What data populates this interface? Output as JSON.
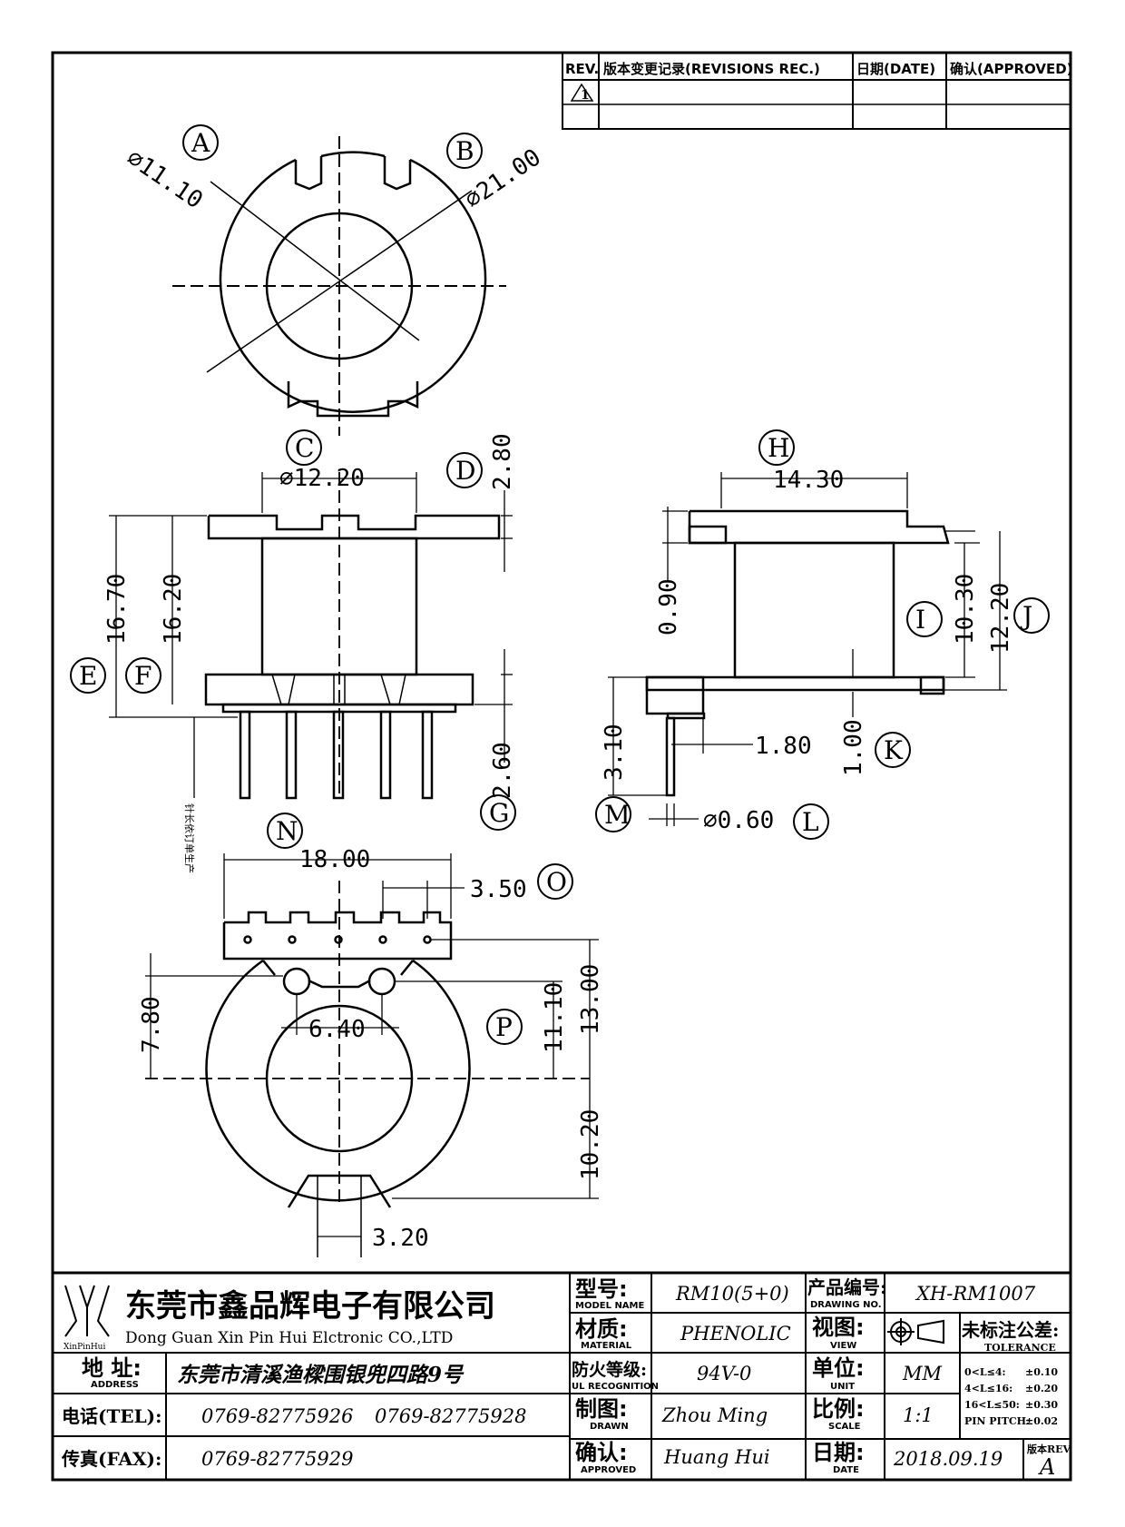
{
  "revisions": {
    "headers": {
      "rev": "REV.",
      "record": "版本变更记录(REVISIONS REC.)",
      "date": "日期(DATE)",
      "approved": "确认(APPROVED)"
    },
    "rows": [
      {
        "rev_mark": "1"
      }
    ]
  },
  "views": {
    "top": {
      "labels": {
        "a": "A",
        "b": "B"
      },
      "dims": {
        "inner_dia": "⌀11.10",
        "outer_dia": "⌀21.00"
      }
    },
    "front": {
      "labels": {
        "c": "C",
        "d": "D",
        "e": "E",
        "f": "F",
        "g": "G"
      },
      "dims": {
        "barrel_dia": "⌀12.20",
        "flange_th": "2.80",
        "overall_h": "16.70",
        "body_h": "16.20",
        "pin_len": "2.60"
      },
      "note": "针长依订单生产"
    },
    "side": {
      "labels": {
        "h": "H",
        "i": "I",
        "j": "J",
        "k": "K",
        "l": "L",
        "m": "M"
      },
      "dims": {
        "flange_w": "14.30",
        "top_th": "0.90",
        "inner_h": "10.30",
        "total_h": "12.20",
        "pin_block": "3.10",
        "pin_step": "1.80",
        "bottom_th": "1.00",
        "pin_dia": "⌀0.60"
      }
    },
    "bottom": {
      "labels": {
        "n": "N",
        "o": "O",
        "p": "P"
      },
      "dims": {
        "width": "18.00",
        "pitch": "3.50",
        "offset": "7.80",
        "hole_span": "6.40",
        "upper_h": "11.10",
        "total_h": "13.00",
        "lower_h": "10.20",
        "slot_w": "3.20"
      }
    }
  },
  "title_block": {
    "company_cn": "东莞市鑫品辉电子有限公司",
    "company_en": "Dong Guan Xin Pin Hui Elctronic CO.,LTD",
    "logo_text": "XinPinHui",
    "address_label_cn": "地 址:",
    "address_label_en": "ADDRESS",
    "address": "东莞市清溪渔樑围银兜四路9号",
    "tel_label": "电话(TEL):",
    "tel1": "0769-82775926",
    "tel2": "0769-82775928",
    "fax_label": "传真(FAX):",
    "fax": "0769-82775929",
    "model_label_cn": "型号:",
    "model_label_en": "MODEL NAME",
    "model": "RM10(5+0)",
    "material_label_cn": "材质:",
    "material_label_en": "MATERIAL",
    "material": "PHENOLIC",
    "flame_label_cn": "防火等级:",
    "flame_label_en": "UL RECOGNITION",
    "flame": "94V-0",
    "drawn_label_cn": "制图:",
    "drawn_label_en": "DRAWN",
    "drawn": "Zhou Ming",
    "approved_label_cn": "确认:",
    "approved_label_en": "APPROVED",
    "approved": "Huang Hui",
    "drawing_no_label_cn": "产品编号:",
    "drawing_no_label_en": "DRAWING NO.",
    "drawing_no": "XH-RM1007",
    "view_label_cn": "视图:",
    "view_label_en": "VIEW",
    "unit_label_cn": "单位:",
    "unit_label_en": "UNIT",
    "unit": "MM",
    "scale_label_cn": "比例:",
    "scale_label_en": "SCALE",
    "scale": "1:1",
    "date_label_cn": "日期:",
    "date_label_en": "DATE",
    "date": "2018.09.19",
    "tolerance_label_cn": "未标注公差:",
    "tolerance_label_en": "TOLERANCE",
    "tolerances": [
      {
        "range": "0<L≤4:",
        "value": "±0.10"
      },
      {
        "range": "4<L≤16:",
        "value": "±0.20"
      },
      {
        "range": "16<L≤50:",
        "value": "±0.30"
      },
      {
        "range": "PIN PITCH:",
        "value": "±0.02"
      }
    ],
    "version_label": "版本REV.",
    "version": "A"
  }
}
